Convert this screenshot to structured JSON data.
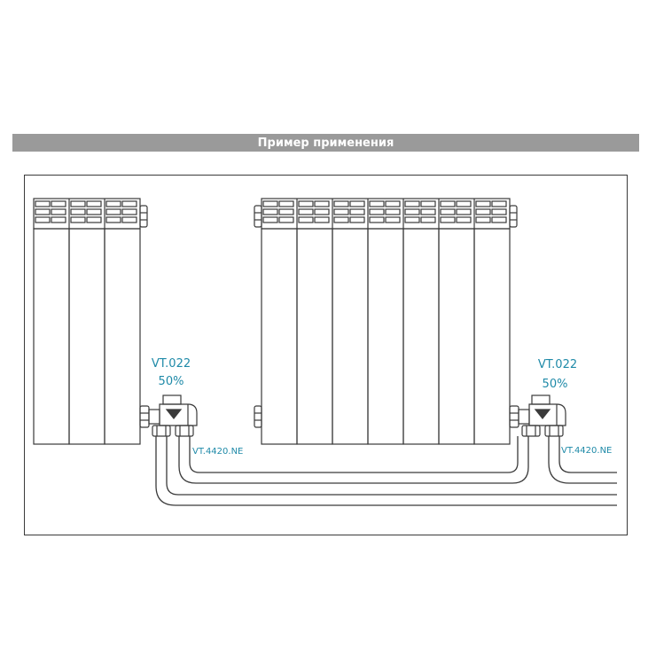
{
  "title": "Пример применения",
  "labels": {
    "left_valve_model": "VT.022",
    "left_valve_setting": "50%",
    "left_fitting": "VT.4420.NE",
    "right_valve_model": "VT.022",
    "right_valve_setting": "50%",
    "right_fitting": "VT.4420.NE"
  },
  "colors": {
    "header": "#9a9a9a",
    "label_text": "#1f8aa8",
    "line": "#3a3a3a"
  }
}
